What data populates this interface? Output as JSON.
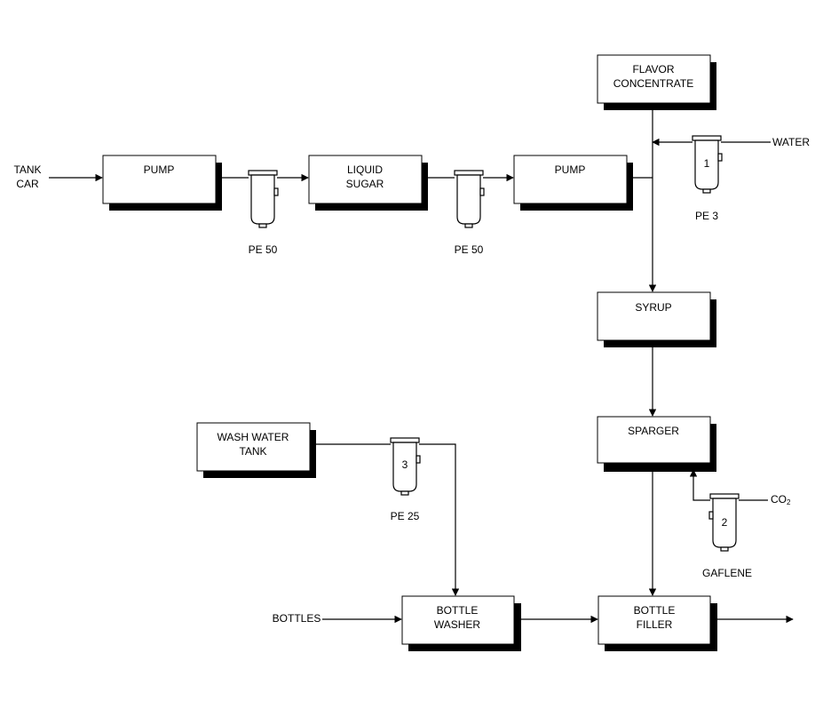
{
  "boxes": {
    "pump1": [
      "PUMP"
    ],
    "liquid_sugar": [
      "LIQUID",
      "SUGAR"
    ],
    "pump2": [
      "PUMP"
    ],
    "flavor": [
      "FLAVOR",
      "CONCENTRATE"
    ],
    "syrup": [
      "SYRUP"
    ],
    "sparger": [
      "SPARGER"
    ],
    "wash_tank": [
      "WASH WATER",
      "TANK"
    ],
    "bottle_washer": [
      "BOTTLE",
      "WASHER"
    ],
    "bottle_filler": [
      "BOTTLE",
      "FILLER"
    ]
  },
  "inputs": {
    "tank_car": [
      "TANK",
      "CAR"
    ],
    "water": "WATER",
    "co2": "CO",
    "co2_sub": "2",
    "bottles": "BOTTLES"
  },
  "filters": {
    "pe50_a": {
      "number": "",
      "label": "PE 50"
    },
    "pe50_b": {
      "number": "",
      "label": "PE 50"
    },
    "pe3": {
      "number": "1",
      "label": "PE 3"
    },
    "gaflene": {
      "number": "2",
      "label": "GAFLENE"
    },
    "pe25": {
      "number": "3",
      "label": "PE 25"
    }
  }
}
